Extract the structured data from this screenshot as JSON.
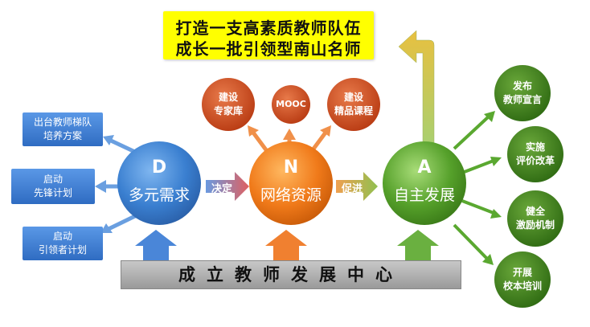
{
  "title": {
    "line1": "打造一支高素质教师队伍",
    "line2": "成长一批引领型南山名师"
  },
  "foundation": {
    "label": "成立教师发展中心"
  },
  "stages": [
    {
      "id": "d",
      "letter": "D",
      "label": "多元需求",
      "color": "#3a7fd0"
    },
    {
      "id": "n",
      "letter": "N",
      "label": "网络资源",
      "color": "#f07a1a"
    },
    {
      "id": "a",
      "letter": "A",
      "label": "自主发展",
      "color": "#55a02a"
    }
  ],
  "connectors": [
    {
      "id": "decide",
      "label": "决定"
    },
    {
      "id": "promote",
      "label": "促进"
    }
  ],
  "left_boxes": [
    {
      "id": "ladder",
      "line1": "出台教师梯队",
      "line2": "培养方案"
    },
    {
      "id": "pioneer",
      "line1": "启动",
      "line2": "先锋计划"
    },
    {
      "id": "leader",
      "line1": "启动",
      "line2": "引领者计划"
    }
  ],
  "resource_circles": [
    {
      "id": "expert",
      "line1": "建设",
      "line2": "专家库"
    },
    {
      "id": "mooc",
      "line1": "MOOC",
      "line2": ""
    },
    {
      "id": "courses",
      "line1": "建设",
      "line2": "精品课程"
    }
  ],
  "right_circles": [
    {
      "id": "declaration",
      "line1": "发布",
      "line2": "教师宣言"
    },
    {
      "id": "reform",
      "line1": "实施",
      "line2": "评价改革"
    },
    {
      "id": "incentive",
      "line1": "健全",
      "line2": "激励机制"
    },
    {
      "id": "training",
      "line1": "开展",
      "line2": "校本培训"
    }
  ],
  "colors": {
    "blue_box": "#3f7fd6",
    "orange_small": "#d2471e",
    "green_small": "#3e7e1e",
    "title_bg": "#ffff00"
  }
}
